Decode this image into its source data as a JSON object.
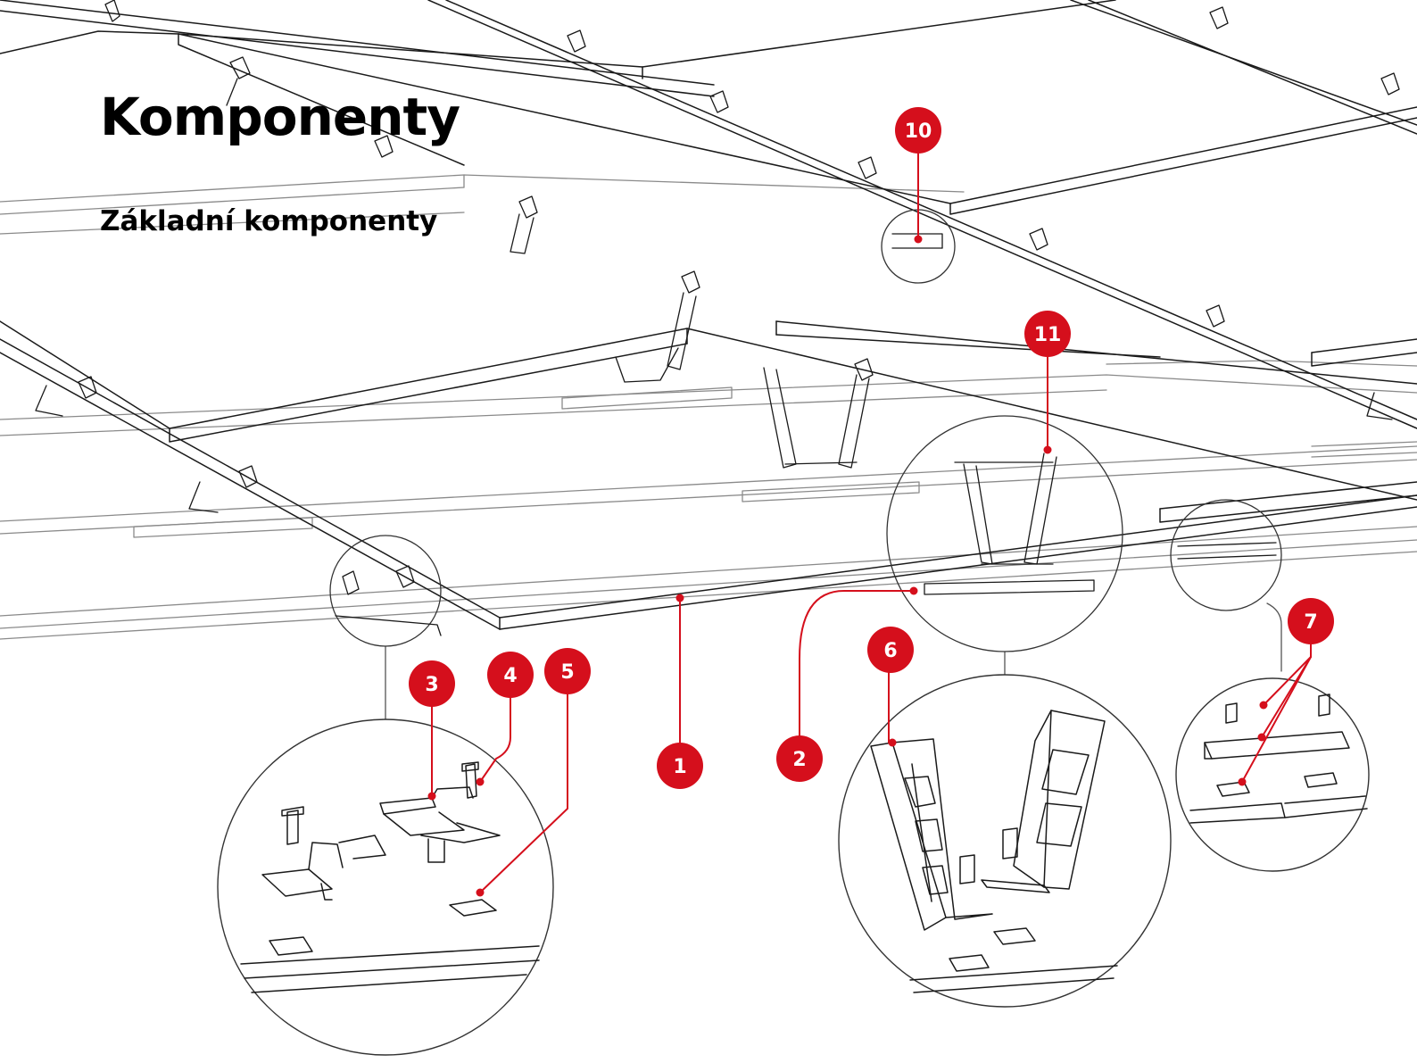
{
  "heading": {
    "title": "Komponenty",
    "subtitle": "Základní komponenty"
  },
  "colors": {
    "accent": "#d50f1c",
    "line": "#1a1a1a",
    "faint_line": "#9a9a9a"
  },
  "callouts": [
    {
      "id": "callout-1",
      "label": "1"
    },
    {
      "id": "callout-2",
      "label": "2"
    },
    {
      "id": "callout-3",
      "label": "3"
    },
    {
      "id": "callout-4",
      "label": "4"
    },
    {
      "id": "callout-5",
      "label": "5"
    },
    {
      "id": "callout-6",
      "label": "6"
    },
    {
      "id": "callout-7",
      "label": "7"
    },
    {
      "id": "callout-10",
      "label": "10"
    },
    {
      "id": "callout-11",
      "label": "11"
    }
  ]
}
